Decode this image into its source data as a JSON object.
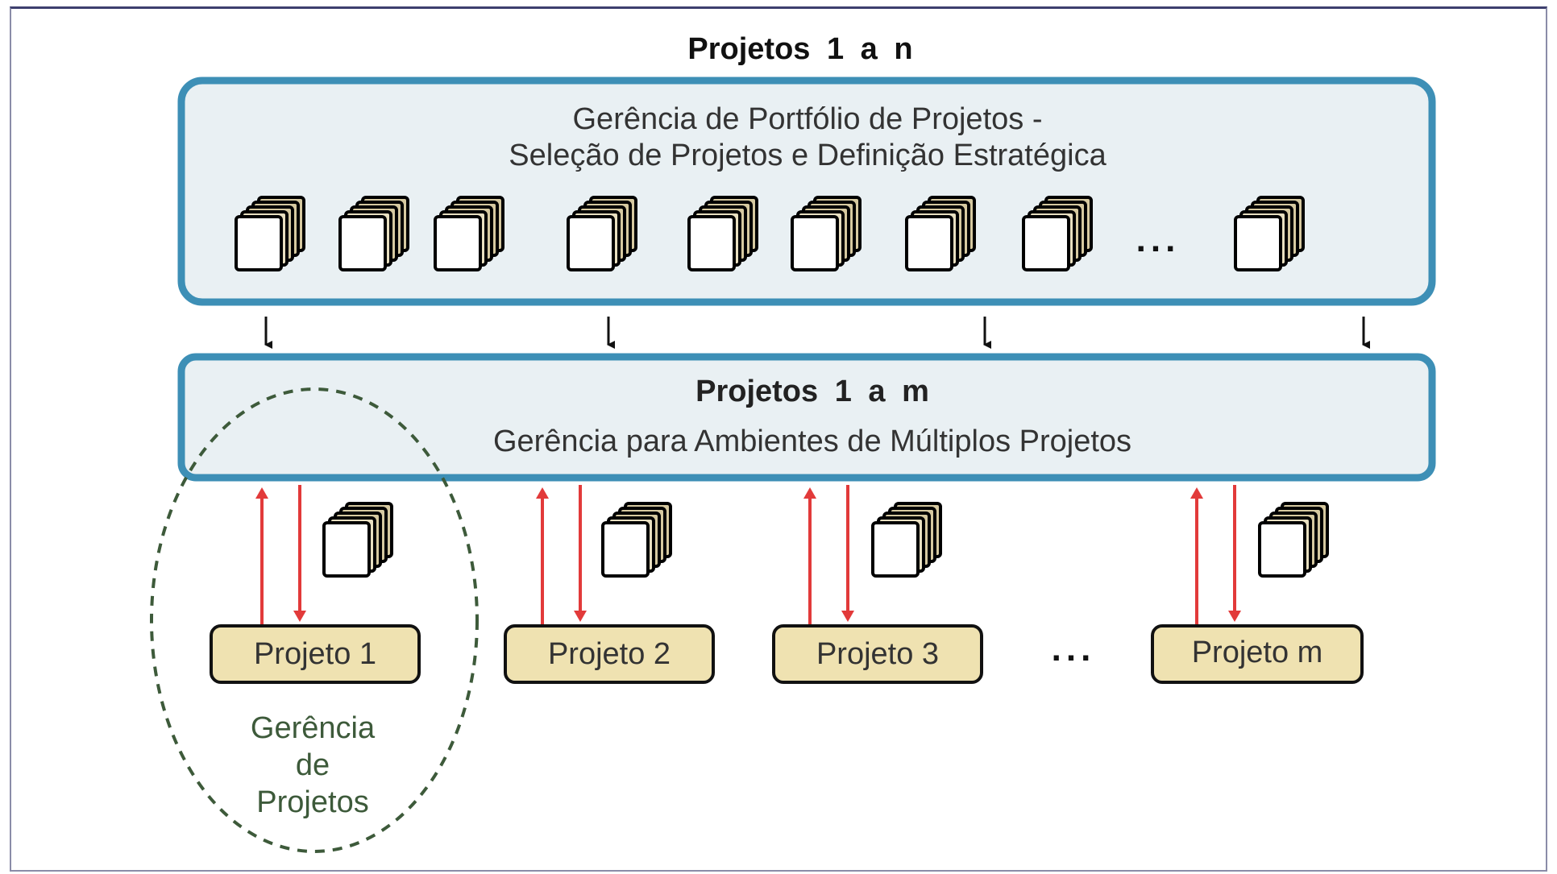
{
  "top_title": "Projetos 1 a n",
  "portfolio": {
    "line1": "Gerência de Portfólio de Projetos -",
    "line2": "Seleção de Projetos e Definição Estratégica",
    "ellipsis": "..."
  },
  "multi": {
    "title": "Projetos 1 a m",
    "subtitle": "Gerência para Ambientes de Múltiplos Projetos"
  },
  "projects": [
    {
      "label": "Projeto 1"
    },
    {
      "label": "Projeto 2"
    },
    {
      "label": "Projeto 3"
    },
    {
      "label": "Projeto m"
    }
  ],
  "projects_ellipsis": "...",
  "pm_label": {
    "line1": "Gerência",
    "line2": "de",
    "line3": "Projetos"
  },
  "colors": {
    "box_border": "#3d8fb6",
    "box_fill": "#e9f0f3",
    "project_fill": "#efe2b1",
    "doc_back": "#d6c9a0",
    "red_arrow": "#e23a3a",
    "dashed_ellipse": "#3d5a3a",
    "frame_dark": "#3d3f6e"
  }
}
